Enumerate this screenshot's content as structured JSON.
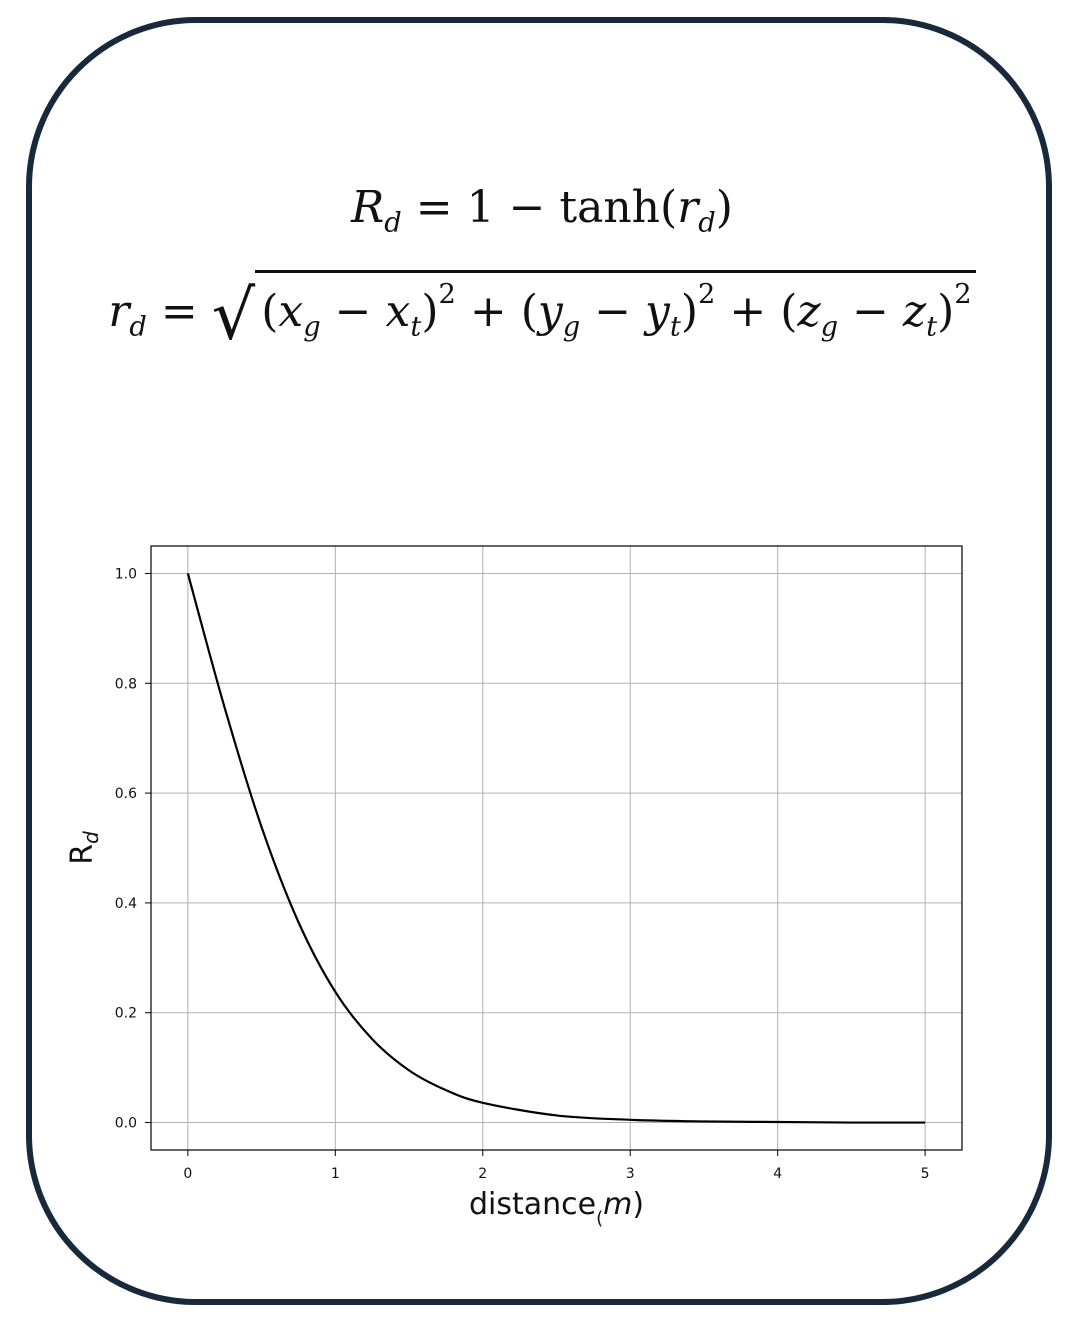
{
  "colors": {
    "frame": "#17293a",
    "line": "#000000",
    "grid": "#b0b0b0"
  },
  "equations": {
    "line1": {
      "lhs": "R",
      "lhs_sub": "d",
      "rhs": "= 1 − tanh(",
      "arg": "r",
      "arg_sub": "d",
      "close": ")"
    },
    "line2": {
      "lhs": "r",
      "lhs_sub": "d",
      "equals": "=",
      "t1a": "x",
      "t1a_sub": "g",
      "t1b": "x",
      "t1b_sub": "t",
      "t2a": "y",
      "t2a_sub": "g",
      "t2b": "y",
      "t2b_sub": "t",
      "t3a": "z",
      "t3a_sub": "g",
      "t3b": "z",
      "t3b_sub": "t",
      "power": "2"
    }
  },
  "chart_data": {
    "type": "line",
    "xlabel_main": "distance",
    "xlabel_unit_open": "(",
    "xlabel_unit": "m",
    "xlabel_unit_close": ")",
    "ylabel_main": "R",
    "ylabel_sub": "d",
    "xlim": [
      -0.25,
      5.25
    ],
    "ylim": [
      -0.05,
      1.05
    ],
    "xticks": [
      0,
      1,
      2,
      3,
      4,
      5
    ],
    "xtick_labels": [
      "0",
      "1",
      "2",
      "3",
      "4",
      "5"
    ],
    "yticks": [
      0.0,
      0.2,
      0.4,
      0.6,
      0.8,
      1.0
    ],
    "ytick_labels": [
      "0.0",
      "0.2",
      "0.4",
      "0.6",
      "0.8",
      "1.0"
    ],
    "grid": true,
    "series": [
      {
        "x": [
          0,
          0.25,
          0.5,
          0.75,
          1.0,
          1.25,
          1.5,
          1.75,
          2.0,
          2.5,
          3.0,
          3.5,
          4.0,
          4.5,
          5.0
        ],
        "y": [
          1.0,
          0.755,
          0.538,
          0.365,
          0.238,
          0.152,
          0.095,
          0.059,
          0.036,
          0.013,
          0.005,
          0.002,
          0.001,
          0.0,
          0.0
        ]
      }
    ]
  }
}
